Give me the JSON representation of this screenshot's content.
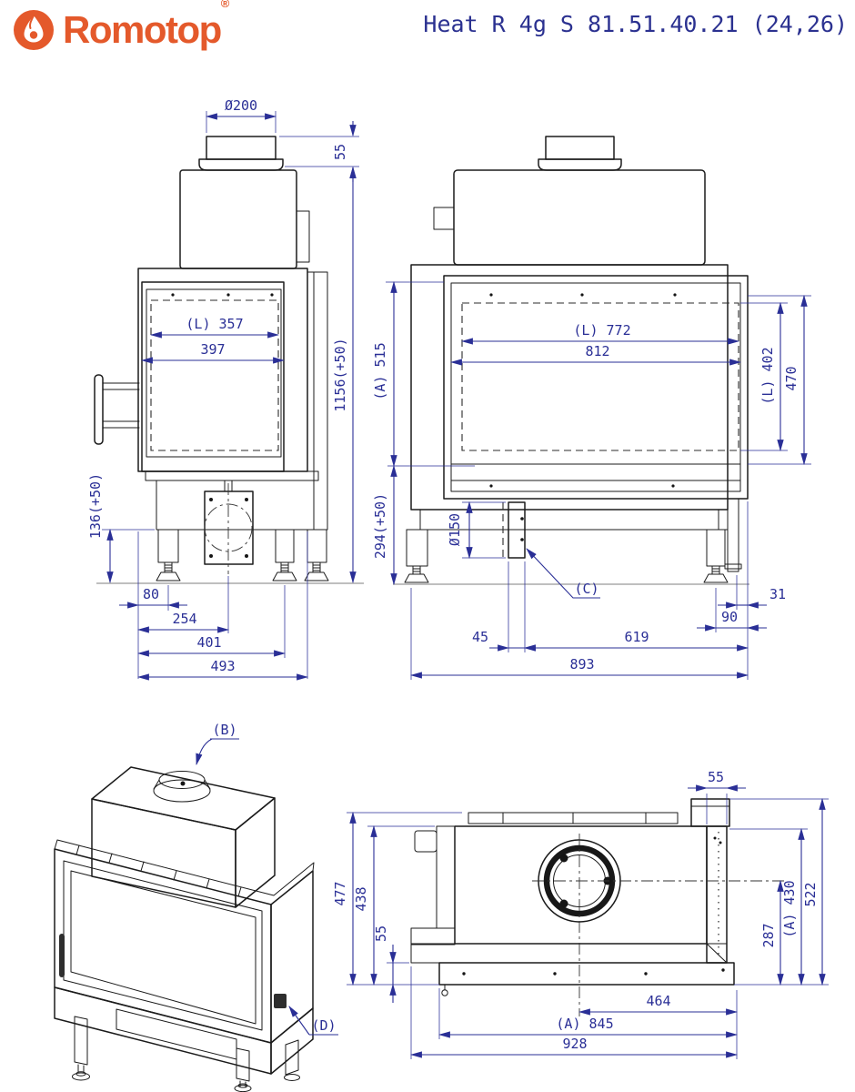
{
  "header": {
    "brand": "Romotop",
    "registered": "®",
    "title": "Heat R 4g S 81.51.40.21 (24,26)",
    "brand_color": "#e4592b",
    "title_color": "#2b3190"
  },
  "colors": {
    "dimension_lines": "#2a2f96",
    "drawing_lines": "#1b1b1b",
    "background": "#ffffff"
  },
  "views": {
    "front": {
      "dims": {
        "flue_diameter": "Ø200",
        "collar_height": "55",
        "overall_height": "1156(+50)",
        "glass_width": "(L) 357",
        "door_width": "397",
        "leg_height": "136(+50)",
        "foot_offset": "80",
        "duct_center": "254",
        "leg_span": "401",
        "overall_depth": "493"
      }
    },
    "side": {
      "dims": {
        "glass_width": "(L) 772",
        "door_width": "812",
        "body_height": "(A) 515",
        "base_height": "294(+50)",
        "glass_height": "(L) 402",
        "door_height": "470",
        "duct_diameter": "Ø150",
        "air_inlet_ref": "(C)",
        "duct_offset": "45",
        "duct_to_edge": "619",
        "edge_offset": "31",
        "foot_offset": "90",
        "overall_width": "893"
      }
    },
    "iso": {
      "labels": {
        "flue_outlet": "(B)",
        "air_inlet": "(D)"
      }
    },
    "top": {
      "dims": {
        "frame_depth": "55",
        "depth_overall": "477",
        "body_depth": "438",
        "base_plate_height": "55",
        "flue_center_depth": "287",
        "body_width_a": "(A) 430",
        "depth_total": "522",
        "flue_center_from_right": "464",
        "frame_width": "(A) 845",
        "overall_width": "928"
      }
    }
  }
}
